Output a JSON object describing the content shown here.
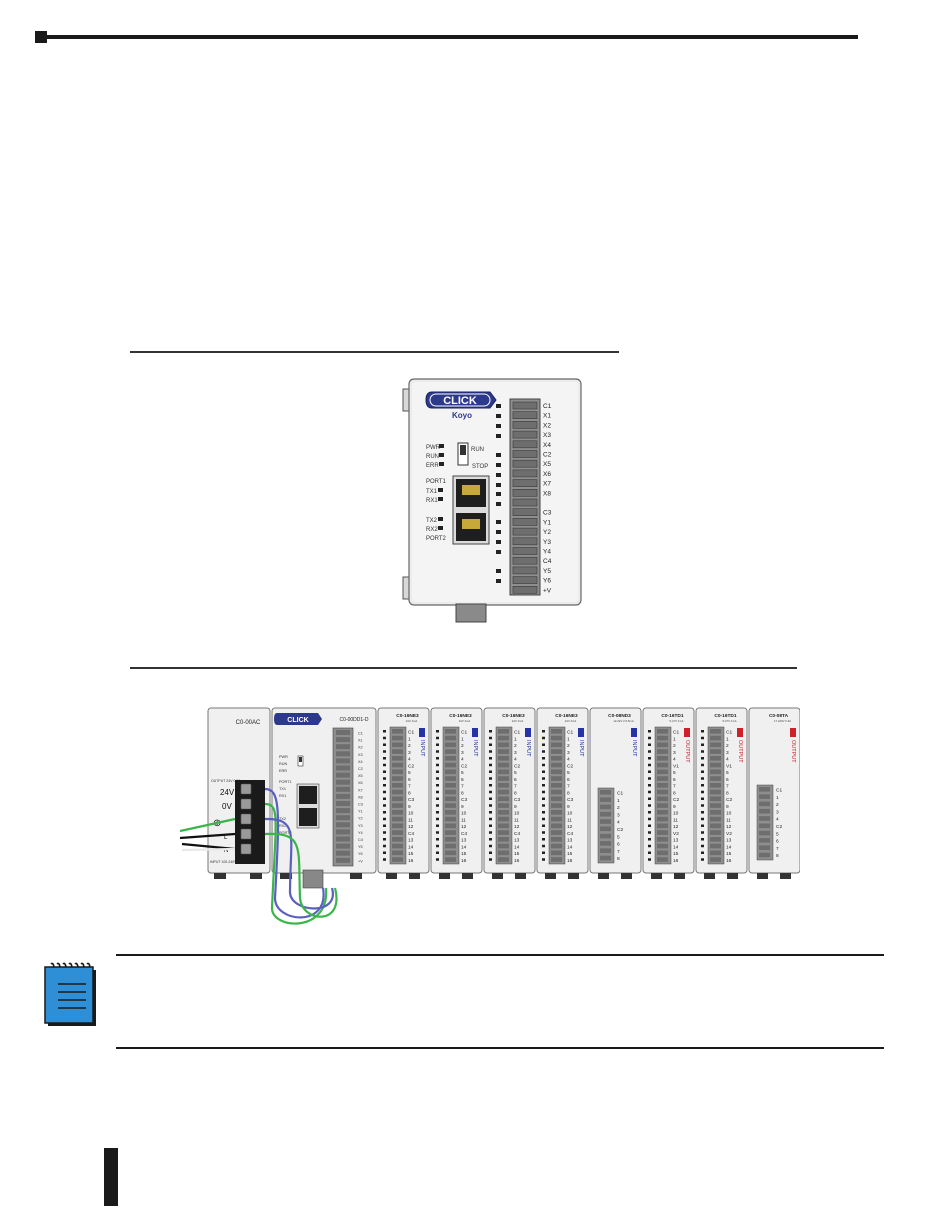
{
  "cpu": {
    "brand": "CLICK",
    "maker": "Koyo",
    "leds": [
      "PWR",
      "RUN",
      "ERR"
    ],
    "switch_run": "RUN",
    "switch_stop": "STOP",
    "port1": "PORT1",
    "tx1": "TX1",
    "rx1": "RX1",
    "tx2": "TX2",
    "rx2": "RX2",
    "port2": "PORT2",
    "terminals": [
      "C1",
      "X1",
      "X2",
      "X3",
      "X4",
      "C2",
      "X5",
      "X6",
      "X7",
      "X8",
      "",
      "C3",
      "Y1",
      "Y2",
      "Y3",
      "Y4",
      "C4",
      "Y5",
      "Y6",
      "+V"
    ]
  },
  "system": {
    "power_model": "C0-00AC",
    "power_rating": "OUTPUT 24V 0.5A",
    "power_input": "INPUT 100-240V",
    "v24": "24V",
    "v0": "0V",
    "l_label": "L",
    "n_label": "N",
    "cpu_model": "C0-00DD1-D",
    "cpu_brand": "CLICK",
    "cpu_side_labels": [
      "PWR",
      "RUN",
      "ERR",
      "PORT1",
      "TX1",
      "RX1",
      "TX2",
      "RX2",
      "PORT2"
    ],
    "cpu_terminals": [
      "C1",
      "X1",
      "X2",
      "X3",
      "X4",
      "C2",
      "X5",
      "X6",
      "X7",
      "X8",
      "C3",
      "Y1",
      "Y2",
      "Y3",
      "Y4",
      "C4",
      "Y5",
      "Y6",
      "+V"
    ],
    "modules": [
      {
        "model": "C0-16NE3",
        "rating": "24V 4mA",
        "side": "INPUT",
        "type": "input16"
      },
      {
        "model": "C0-16NE3",
        "rating": "24V 4mA",
        "side": "INPUT",
        "type": "input16"
      },
      {
        "model": "C0-16NE3",
        "rating": "24V 4mA",
        "side": "INPUT",
        "type": "input16"
      },
      {
        "model": "C0-16NE3",
        "rating": "24V 4mA",
        "side": "INPUT",
        "type": "input16"
      },
      {
        "model": "C0-08ND3",
        "rating": "12-24V 2.5-5mA",
        "side": "INPUT",
        "type": "input8"
      },
      {
        "model": "C0-16TD1",
        "rating": "5-27V 0.1A",
        "side": "OUTPUT",
        "type": "output16"
      },
      {
        "model": "C0-16TD1",
        "rating": "5-27V 0.1A",
        "side": "OUTPUT",
        "type": "output16"
      },
      {
        "model": "C0-08TA",
        "rating": "17-240V 0.3A",
        "side": "OUTPUT",
        "type": "output8"
      }
    ],
    "input16_terminals": [
      "C1",
      "1",
      "2",
      "3",
      "4",
      "C2",
      "5",
      "6",
      "7",
      "8",
      "C3",
      "9",
      "10",
      "11",
      "12",
      "C4",
      "13",
      "14",
      "15",
      "16"
    ],
    "output16_terminals": [
      "C1",
      "1",
      "2",
      "3",
      "4",
      "V1",
      "5",
      "6",
      "7",
      "8",
      "C2",
      "9",
      "10",
      "11",
      "12",
      "V2",
      "13",
      "14",
      "15",
      "16"
    ],
    "input8_terminals": [
      "C1",
      "1",
      "2",
      "3",
      "4",
      "C2",
      "5",
      "6",
      "7",
      "8"
    ],
    "output8_terminals": [
      "C1",
      "1",
      "2",
      "3",
      "4",
      "C2",
      "5",
      "6",
      "7",
      "8"
    ]
  },
  "colors": {
    "rule": "#1a1a1a",
    "click_blue": "#2d3a8c",
    "input_blue": "#2434a8",
    "output_red": "#d0202a",
    "wire_blue": "#5a5fc0",
    "wire_green": "#3ab54a",
    "note_blue": "#2f8fd6"
  },
  "icons": {
    "note": "notepad-icon"
  }
}
